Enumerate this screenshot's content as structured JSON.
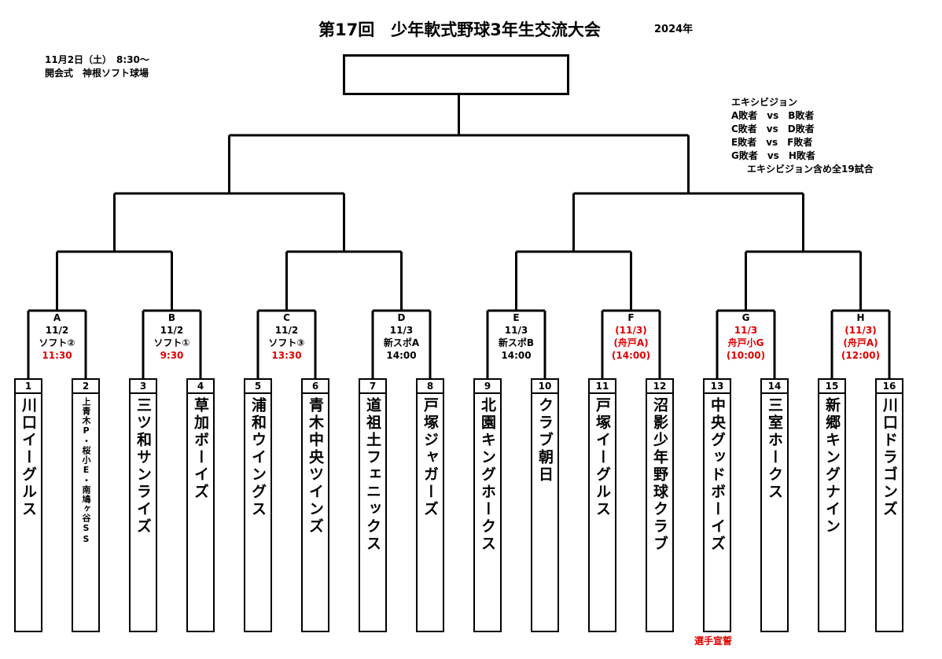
{
  "header": {
    "title": "第17回　少年軟式野球3年生交流大会",
    "year": "2024年"
  },
  "info": {
    "date": "11月2日（土）　8:30～",
    "ceremony": "開会式　神根ソフト球場"
  },
  "exhibition": {
    "title": "エキシビジョン",
    "lines": [
      "A敗者　vs　B敗者",
      "C敗者　vs　D敗者",
      "E敗者　vs　F敗者",
      "G敗者　vs　H敗者"
    ],
    "note": "エキシビジョン含め全19試合"
  },
  "matches": [
    {
      "letter": "A",
      "date": "11/2",
      "venue": "ソフト②",
      "time": "11:30",
      "red": "time"
    },
    {
      "letter": "B",
      "date": "11/2",
      "venue": "ソフト①",
      "time": "9:30",
      "red": "time"
    },
    {
      "letter": "C",
      "date": "11/2",
      "venue": "ソフト③",
      "time": "13:30",
      "red": "time"
    },
    {
      "letter": "D",
      "date": "11/3",
      "venue": "新スポA",
      "time": "14:00",
      "red": "none"
    },
    {
      "letter": "E",
      "date": "11/3",
      "venue": "新スポB",
      "time": "14:00",
      "red": "none"
    },
    {
      "letter": "F",
      "date": "(11/3)",
      "venue": "(舟戸A)",
      "time": "(14:00)",
      "red": "all"
    },
    {
      "letter": "G",
      "date": "11/3",
      "venue": "舟戸小G",
      "time": "(10:00)",
      "red": "all"
    },
    {
      "letter": "H",
      "date": "(11/3)",
      "venue": "(舟戸A)",
      "time": "(12:00)",
      "red": "all"
    }
  ],
  "teams": [
    {
      "num": "1",
      "name": "川口イーグルス"
    },
    {
      "num": "2",
      "name": "上青木P・桜小E・南鳩ヶ谷SS"
    },
    {
      "num": "3",
      "name": "三ツ和サンライズ"
    },
    {
      "num": "4",
      "name": "草加ボーイズ"
    },
    {
      "num": "5",
      "name": "浦和ウイングス"
    },
    {
      "num": "6",
      "name": "青木中央ツインズ"
    },
    {
      "num": "7",
      "name": "道祖土フェニックス"
    },
    {
      "num": "8",
      "name": "戸塚ジャガーズ"
    },
    {
      "num": "9",
      "name": "北園キングホークス"
    },
    {
      "num": "10",
      "name": "クラブ朝日"
    },
    {
      "num": "11",
      "name": "戸塚イーグルス"
    },
    {
      "num": "12",
      "name": "沼影少年野球クラブ"
    },
    {
      "num": "13",
      "name": "中央グッドボーイズ"
    },
    {
      "num": "14",
      "name": "三室ホークス"
    },
    {
      "num": "15",
      "name": "新郷キングナイン"
    },
    {
      "num": "16",
      "name": "川口ドラゴンズ"
    }
  ],
  "pledge": "選手宣誓"
}
